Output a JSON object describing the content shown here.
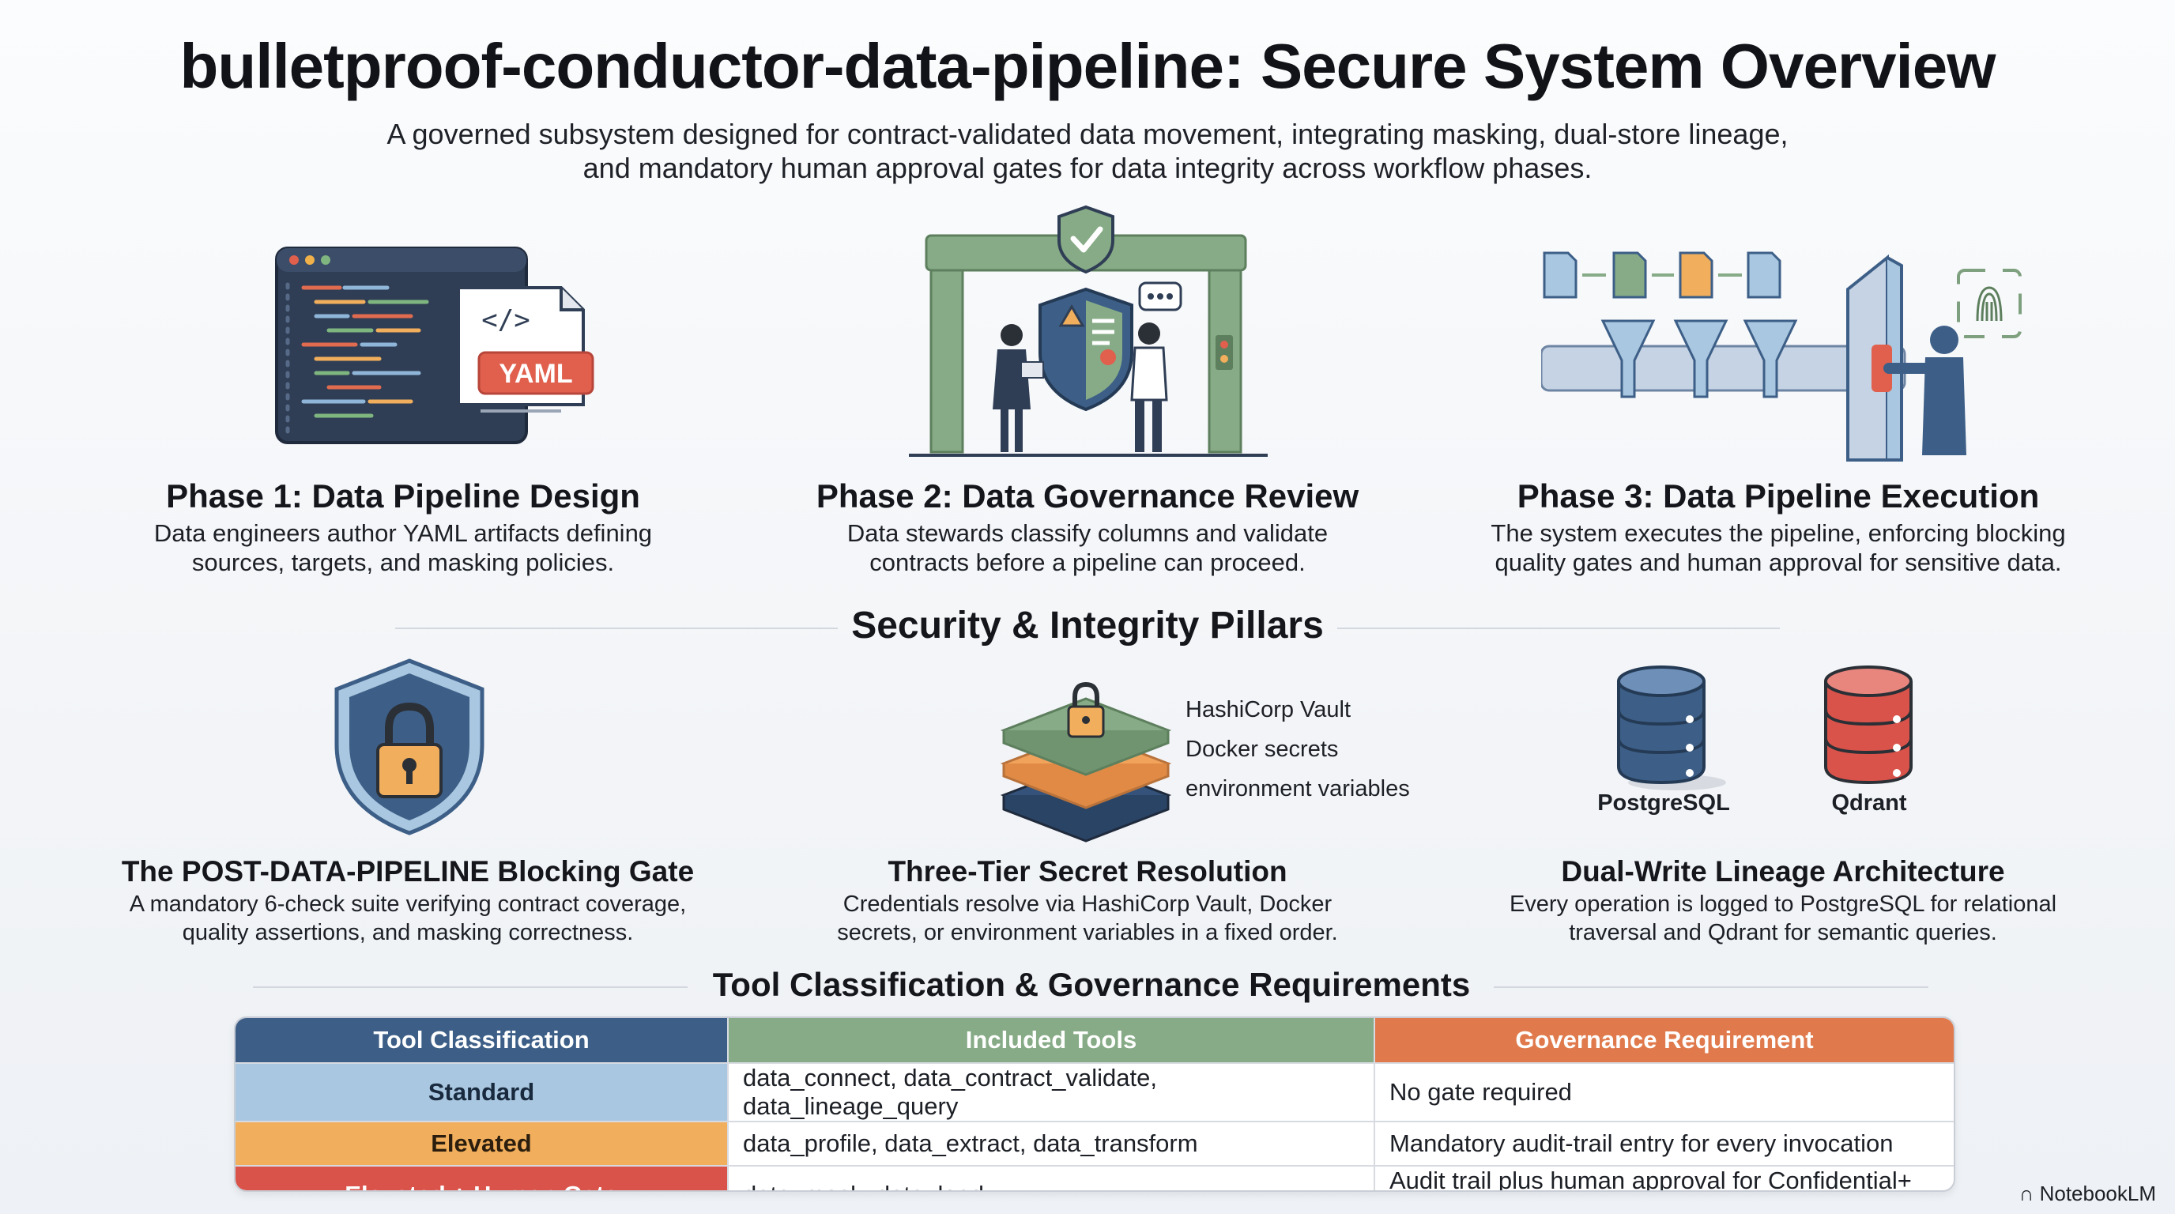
{
  "title": "bulletproof-conductor-data-pipeline: Secure System Overview",
  "subtitle_line1": "A governed subsystem designed for contract-validated data movement, integrating masking, dual-store lineage,",
  "subtitle_line2": "and mandatory human approval gates for data integrity across workflow phases.",
  "phases": [
    {
      "title": "Phase 1: Data Pipeline Design",
      "desc1": "Data engineers author YAML artifacts defining",
      "desc2": "sources, targets, and masking policies.",
      "badge": "YAML",
      "icon": "code-editor-yaml-icon"
    },
    {
      "title": "Phase 2: Data Governance Review",
      "desc1": "Data stewards classify columns and validate",
      "desc2": "contracts before a pipeline can proceed.",
      "icon": "governance-gate-icon"
    },
    {
      "title": "Phase 3: Data Pipeline Execution",
      "desc1": "The system executes the pipeline, enforcing blocking",
      "desc2": "quality gates and human approval for sensitive data.",
      "icon": "pipeline-execution-icon"
    }
  ],
  "pillars_heading": "Security & Integrity Pillars",
  "pillars": [
    {
      "title": "The POST-DATA-PIPELINE Blocking Gate",
      "desc1": "A mandatory 6-check suite verifying contract coverage,",
      "desc2": "quality assertions, and masking correctness.",
      "icon": "shield-lock-icon"
    },
    {
      "title": "Three-Tier Secret Resolution",
      "desc1": "Credentials resolve via HashiCorp Vault, Docker",
      "desc2": "secrets, or environment variables in a fixed order.",
      "tiers": [
        "HashiCorp Vault",
        "Docker secrets",
        "environment variables"
      ],
      "icon": "layered-stack-icon"
    },
    {
      "title": "Dual-Write Lineage Architecture",
      "desc1": "Every operation is logged to PostgreSQL for relational",
      "desc2": "traversal and Qdrant for semantic queries.",
      "stores": [
        "PostgreSQL",
        "Qdrant"
      ],
      "icon": "database-icon"
    }
  ],
  "table_heading": "Tool Classification & Governance Requirements",
  "table": {
    "headers": [
      "Tool Classification",
      "Included Tools",
      "Governance Requirement"
    ],
    "rows": [
      {
        "cls": "Standard",
        "tools": "data_connect, data_contract_validate, data_lineage_query",
        "req": "No gate required"
      },
      {
        "cls": "Elevated",
        "tools": "data_profile, data_extract, data_transform",
        "req": "Mandatory audit-trail entry for every invocation"
      },
      {
        "cls": "Elevated + Human Gate",
        "tools": "data_mask, data_load",
        "req": "Audit trail plus human approval for Confidential+ data"
      }
    ]
  },
  "brand": "NotebookLM",
  "colors": {
    "header_blue": "#3d5f87",
    "header_green": "#86ab86",
    "header_orange": "#e07a4c",
    "row_standard": "#a9c7e0",
    "row_elevated": "#f1ae5c",
    "row_human_gate": "#d9534a",
    "accent_green": "#7fa07f",
    "accent_navy": "#34527a"
  }
}
